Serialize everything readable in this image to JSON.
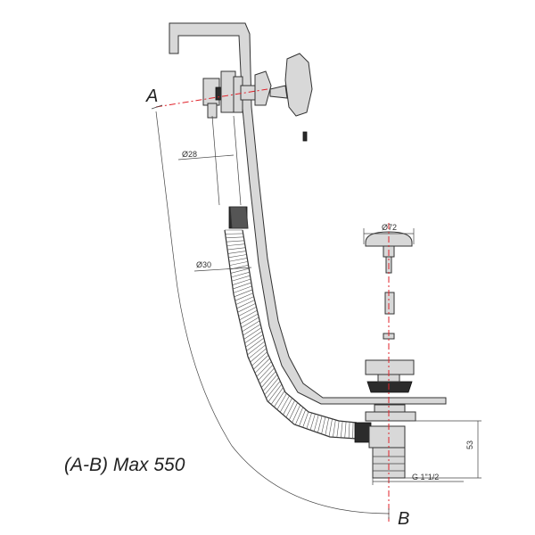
{
  "labels": {
    "point_a": "A",
    "point_b": "B",
    "max_length_note": "(A-B) Max 550"
  },
  "dimensions": {
    "dia_top_pipe": "Ø28",
    "dia_bottom_pipe": "Ø30",
    "dia_plug": "Ø72",
    "height": "53",
    "thread": "G 1\"1/2"
  },
  "colors": {
    "centerline": "#e0222a",
    "metal": "#d8d8d8",
    "outline": "#333333"
  }
}
